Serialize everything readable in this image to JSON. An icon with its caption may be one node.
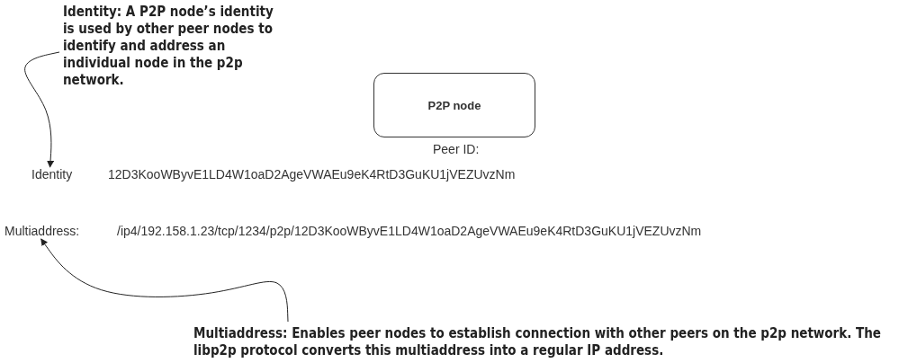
{
  "diagram": {
    "nodes": [
      {
        "text": [
          "Identity: A P2P node’s identity is used by other peer nodes to identify and address an individual node in the p2p network."
        ]
      },
      {
        "text": [
          "P2P node"
        ]
      },
      {
        "text": [
          "Identity"
        ]
      },
      {
        "text": [
          "Multiaddress:"
        ]
      },
      {
        "text": [
          "Multiaddress: Enables peer nodes to establish connection with other peers on the p2p network. The libp2p protocol converts this multiaddress into a regular IP address."
        ]
      }
    ],
    "edges": [
      {
        "from": 0,
        "to": 2,
        "arrow": "to"
      },
      {
        "from": 4,
        "to": 3,
        "arrow": "to"
      }
    ],
    "labels": [
      "Peer ID:",
      "12D3KooWByvE1LD4W1oaD2AgeVWAEu9eK4RtD3GuKU1jVEZUvzNm",
      "/ip4/192.158.1.23/tcp/1234/p2p/12D3KooWByvE1LD4W1oaD2AgeVWAEu9eK4RtD3GuKU1jVEZUvzNm"
    ]
  }
}
